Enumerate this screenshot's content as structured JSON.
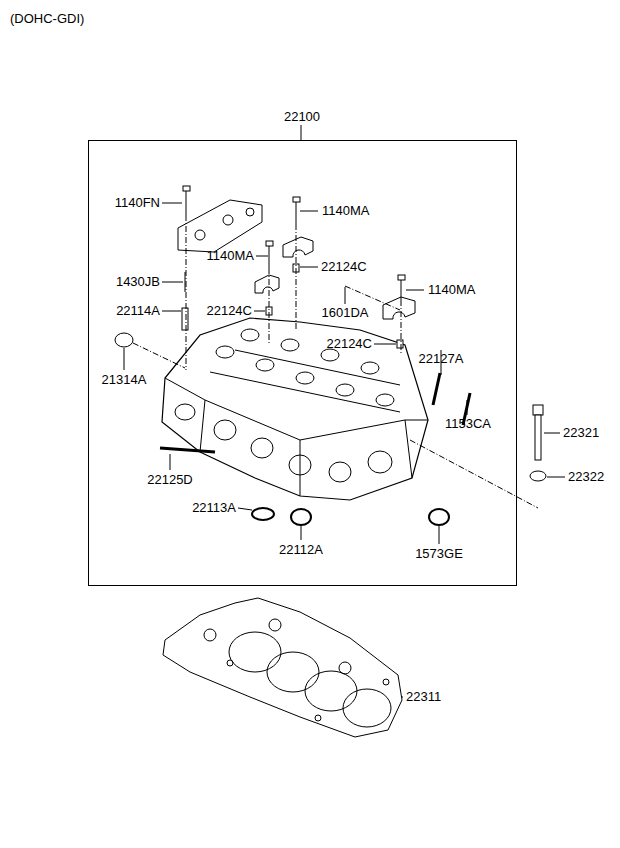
{
  "diagram": {
    "title": "(DOHC-GDI)",
    "nodes": [
      {
        "text": [
          "22100"
        ]
      }
    ],
    "labels": [
      "1140FN",
      "1140MA",
      "1140MA",
      "22124C",
      "1430JB",
      "1601DA",
      "1140MA",
      "22114A",
      "22124C",
      "22124C",
      "21314A",
      "22127A",
      "1153CA",
      "22321",
      "22322",
      "22125D",
      "22113A",
      "22112A",
      "1573GE",
      "22311"
    ]
  }
}
